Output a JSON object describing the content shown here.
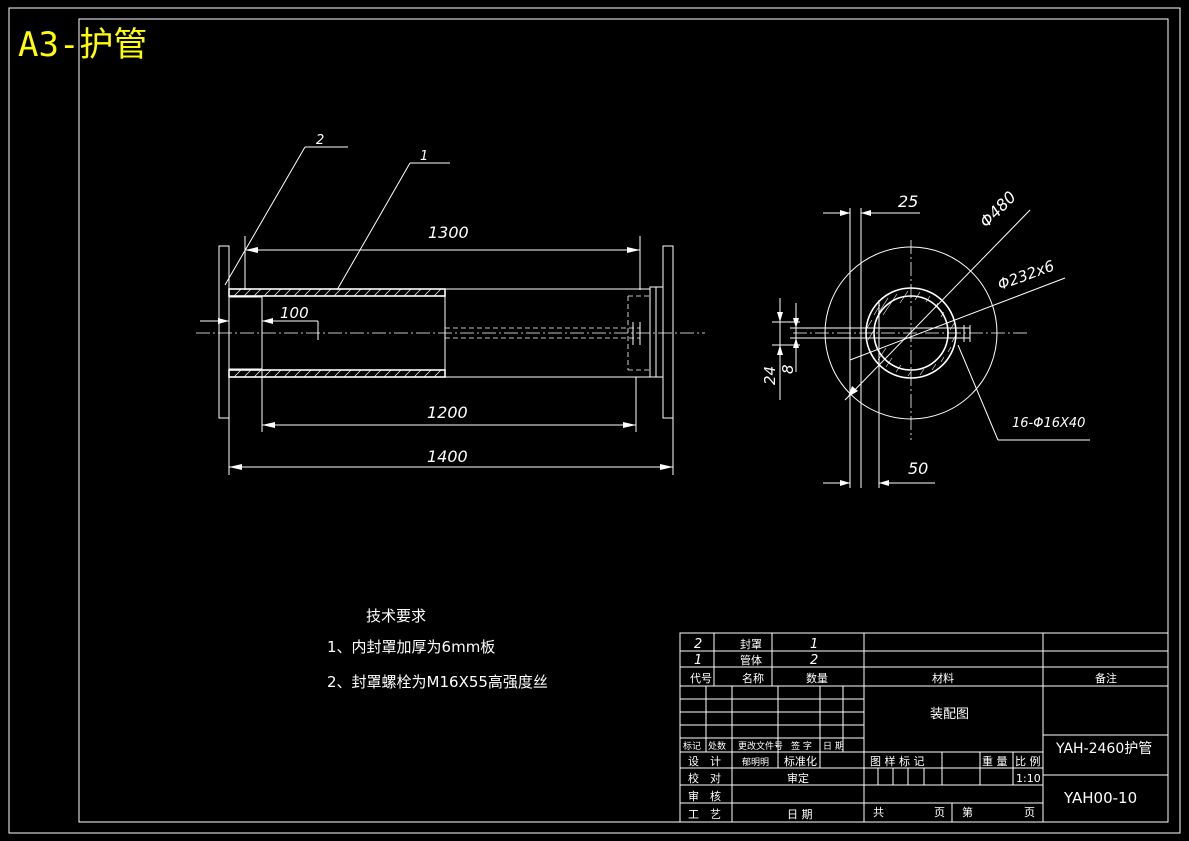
{
  "sheet": {
    "title": "A3-护管"
  },
  "front_view": {
    "balloons": [
      "2",
      "1"
    ],
    "dims": [
      "1300",
      "100",
      "1200",
      "1400"
    ]
  },
  "side_view": {
    "dims": [
      "25",
      "Φ480",
      "Φ232x6",
      "24",
      "8",
      "16-Φ16X40",
      "50"
    ]
  },
  "tech_requirements": {
    "heading": "技术要求",
    "items": [
      "1、内封罩加厚为6mm板",
      "2、封罩螺栓为M16X55高强度丝"
    ]
  },
  "parts_list": {
    "rows": [
      {
        "code": "2",
        "name": "封罩",
        "qty": "1"
      },
      {
        "code": "1",
        "name": "管体",
        "qty": "2"
      }
    ],
    "headers": {
      "code": "代号",
      "name": "名称",
      "qty": "数量",
      "material": "材料",
      "remark": "备注"
    }
  },
  "title_block": {
    "drawing_name": "装配图",
    "product_name": "YAH-2460护管",
    "drawing_no": "YAH00-10",
    "change_headers": [
      "标记",
      "处数",
      "更改文件号",
      "签 字",
      "日 期"
    ],
    "design": "设　计",
    "designer": "郁明明",
    "standardize": "标准化",
    "check": "校　对",
    "review": "审定",
    "audit": "审　核",
    "process": "工　艺",
    "date": "日 期",
    "stage_mark": "图 样 标 记",
    "weight": "重 量",
    "scale_label": "比 例",
    "scale": "1:10",
    "total": "共",
    "sheet_label": "页",
    "sheet_no": "第",
    "page": "页"
  }
}
